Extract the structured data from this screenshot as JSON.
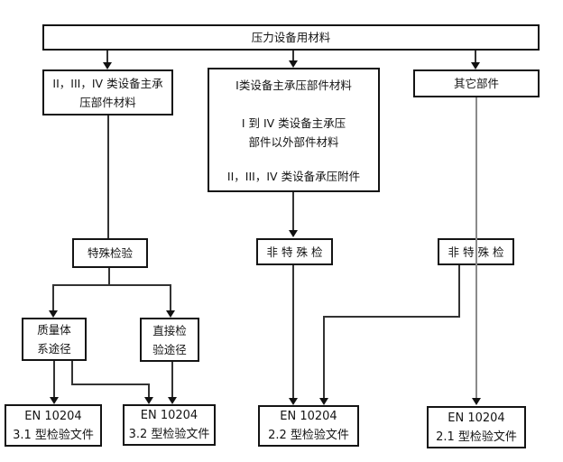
{
  "diagram": {
    "type": "flowchart",
    "topic": "pressure-equipment-material-inspection-document-selection",
    "nodes": {
      "root": {
        "label": "压力设备用材料"
      },
      "class234_main": {
        "lines": [
          "II，III，IV 类设备主承",
          "压部件材料"
        ]
      },
      "class1_main": {
        "lines": [
          "I类设备主承压部件材料",
          "I 到 IV 类设备主承压",
          "部件以外部件材料",
          "II，III，IV 类设备承压附件"
        ]
      },
      "other_parts": {
        "label": "其它部件"
      },
      "special_inspection": {
        "label": "特殊检验"
      },
      "quality_system_route": {
        "lines": [
          "质量体",
          "系途径"
        ]
      },
      "direct_inspection_route": {
        "lines": [
          "直接检",
          "验途径"
        ]
      },
      "non_special_mid": {
        "label": "非特殊检"
      },
      "non_special_right": {
        "label": "非特殊检"
      },
      "en10204_31": {
        "lines": [
          "EN 10204",
          "3.1 型检验文件"
        ]
      },
      "en10204_32": {
        "lines": [
          "EN 10204",
          "3.2 型检验文件"
        ]
      },
      "en10204_22": {
        "lines": [
          "EN 10204",
          "2.2 型检验文件"
        ]
      },
      "en10204_21": {
        "lines": [
          "EN 10204",
          "2.1 型检验文件"
        ]
      }
    },
    "colors": {
      "background": "#ffffff",
      "box_border": "#141414",
      "text": "#141414",
      "connector": "#333333",
      "pass_through_connector": "#8a8a8a"
    }
  }
}
